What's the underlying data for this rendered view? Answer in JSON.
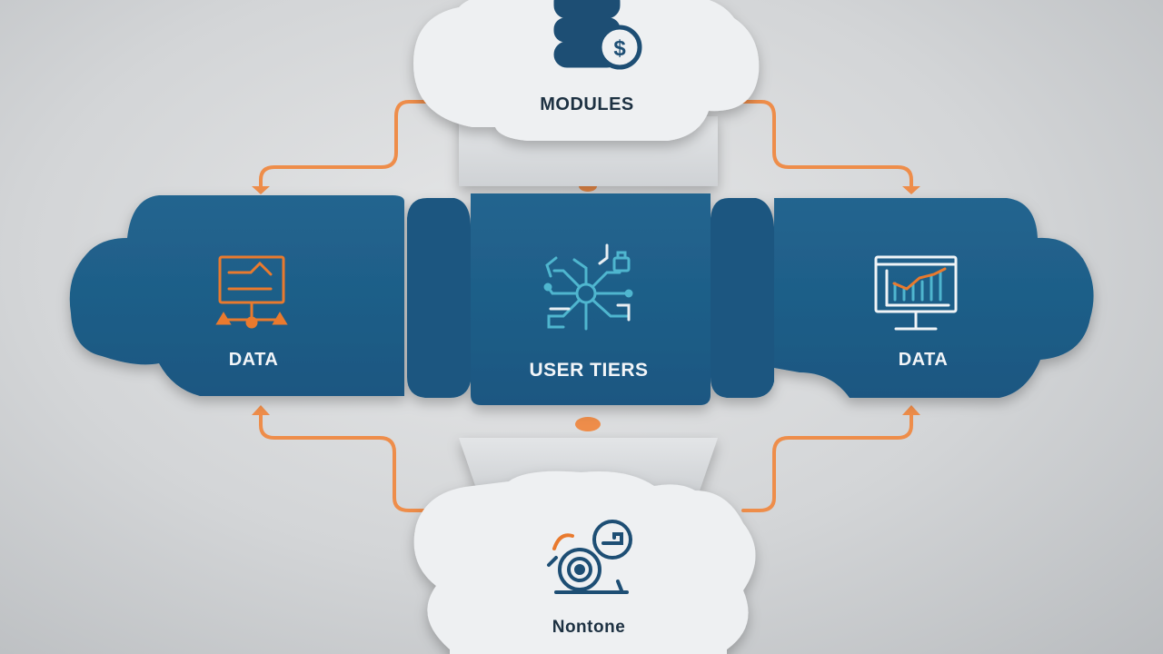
{
  "nodes": {
    "top": {
      "label": "MODULES",
      "icon": "database-dollar-icon"
    },
    "left": {
      "label": "DATA",
      "icon": "monitor-network-icon"
    },
    "center": {
      "label": "USER TIERS",
      "icon": "circuit-network-icon"
    },
    "right": {
      "label": "DATA",
      "icon": "chart-monitor-icon"
    },
    "bottom": {
      "label": "Nontone",
      "icon": "gears-target-icon"
    }
  },
  "colors": {
    "dark_panel": "#1f5f8b",
    "dark_panel_edge": "#17486b",
    "light_cloud": "#eef0f2",
    "connector": "#ee8d4a",
    "icon_orange": "#e97a2e",
    "icon_cyan": "#4fb6cf",
    "label_dark_text": "#1d3142"
  }
}
